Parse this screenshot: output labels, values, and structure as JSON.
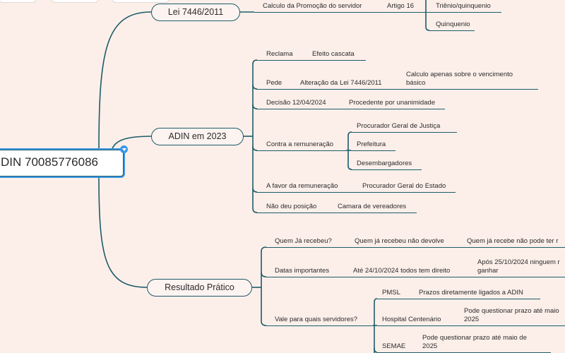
{
  "colors": {
    "background": "#fcefea",
    "branch_line": "#1e5b68",
    "selection": "#3a97e6",
    "text": "#2b2b2b"
  },
  "icons": {
    "collapse_toggle": "chevron-down-icon"
  },
  "map": {
    "root": {
      "label": "DIN 70085776086"
    },
    "branches": [
      {
        "label": "Lei 7446/2011",
        "children": [
          {
            "label": "Calculo da Promoção do servidor",
            "children": [
              {
                "label": "Artigo 16",
                "children": [
                  {
                    "label": "Triênio/quinquenio"
                  },
                  {
                    "label": "Quinquenio"
                  }
                ]
              }
            ]
          }
        ]
      },
      {
        "label": "ADIN em 2023",
        "children": [
          {
            "label": "Reclama",
            "children": [
              {
                "label": "Efeito cascata"
              }
            ]
          },
          {
            "label": "Pede",
            "children": [
              {
                "label": "Alteração da Lei 7446/2011",
                "children": [
                  {
                    "lines": [
                      "Calculo apenas sobre o vencimento",
                      "básico"
                    ]
                  }
                ]
              }
            ]
          },
          {
            "label": "Decisão 12/04/2024",
            "children": [
              {
                "label": "Procedente por unanimidade"
              }
            ]
          },
          {
            "label": "Contra a remuneração",
            "children": [
              {
                "label": "Procurador Geral de Justiça"
              },
              {
                "label": "Prefeitura"
              },
              {
                "label": "Desembargadores"
              }
            ]
          },
          {
            "label": "A favor da remuneração",
            "children": [
              {
                "label": "Procurador Geral do Estado"
              }
            ]
          },
          {
            "label": "Não deu posição",
            "children": [
              {
                "label": "Camara de vereadores"
              }
            ]
          }
        ]
      },
      {
        "label": "Resultado Prático",
        "children": [
          {
            "label": "Quem Já recebeu?",
            "children": [
              {
                "label": "Quem já recebeu não devolve",
                "children": [
                  {
                    "label": "Quem já recebe não pode ter r"
                  }
                ]
              }
            ]
          },
          {
            "label": "Datas importantes",
            "children": [
              {
                "label": "Até 24/10/2024 todos tem direito",
                "children": [
                  {
                    "lines": [
                      "Após 25/10/2024 ninguem r",
                      "ganhar"
                    ]
                  }
                ]
              }
            ]
          },
          {
            "label": "Vale para quais servidores?",
            "children": [
              {
                "label": "PMSL",
                "children": [
                  {
                    "label": "Prazos diretamente ligados a ADIN"
                  }
                ]
              },
              {
                "label": "Hospital Centenário",
                "children": [
                  {
                    "lines": [
                      "Pode questionar prazo até maio",
                      "2025"
                    ]
                  }
                ]
              },
              {
                "label": "SEMAE",
                "children": [
                  {
                    "lines": [
                      "Pode questionar prazo até maio de",
                      "2025"
                    ]
                  }
                ]
              }
            ]
          }
        ]
      }
    ]
  }
}
